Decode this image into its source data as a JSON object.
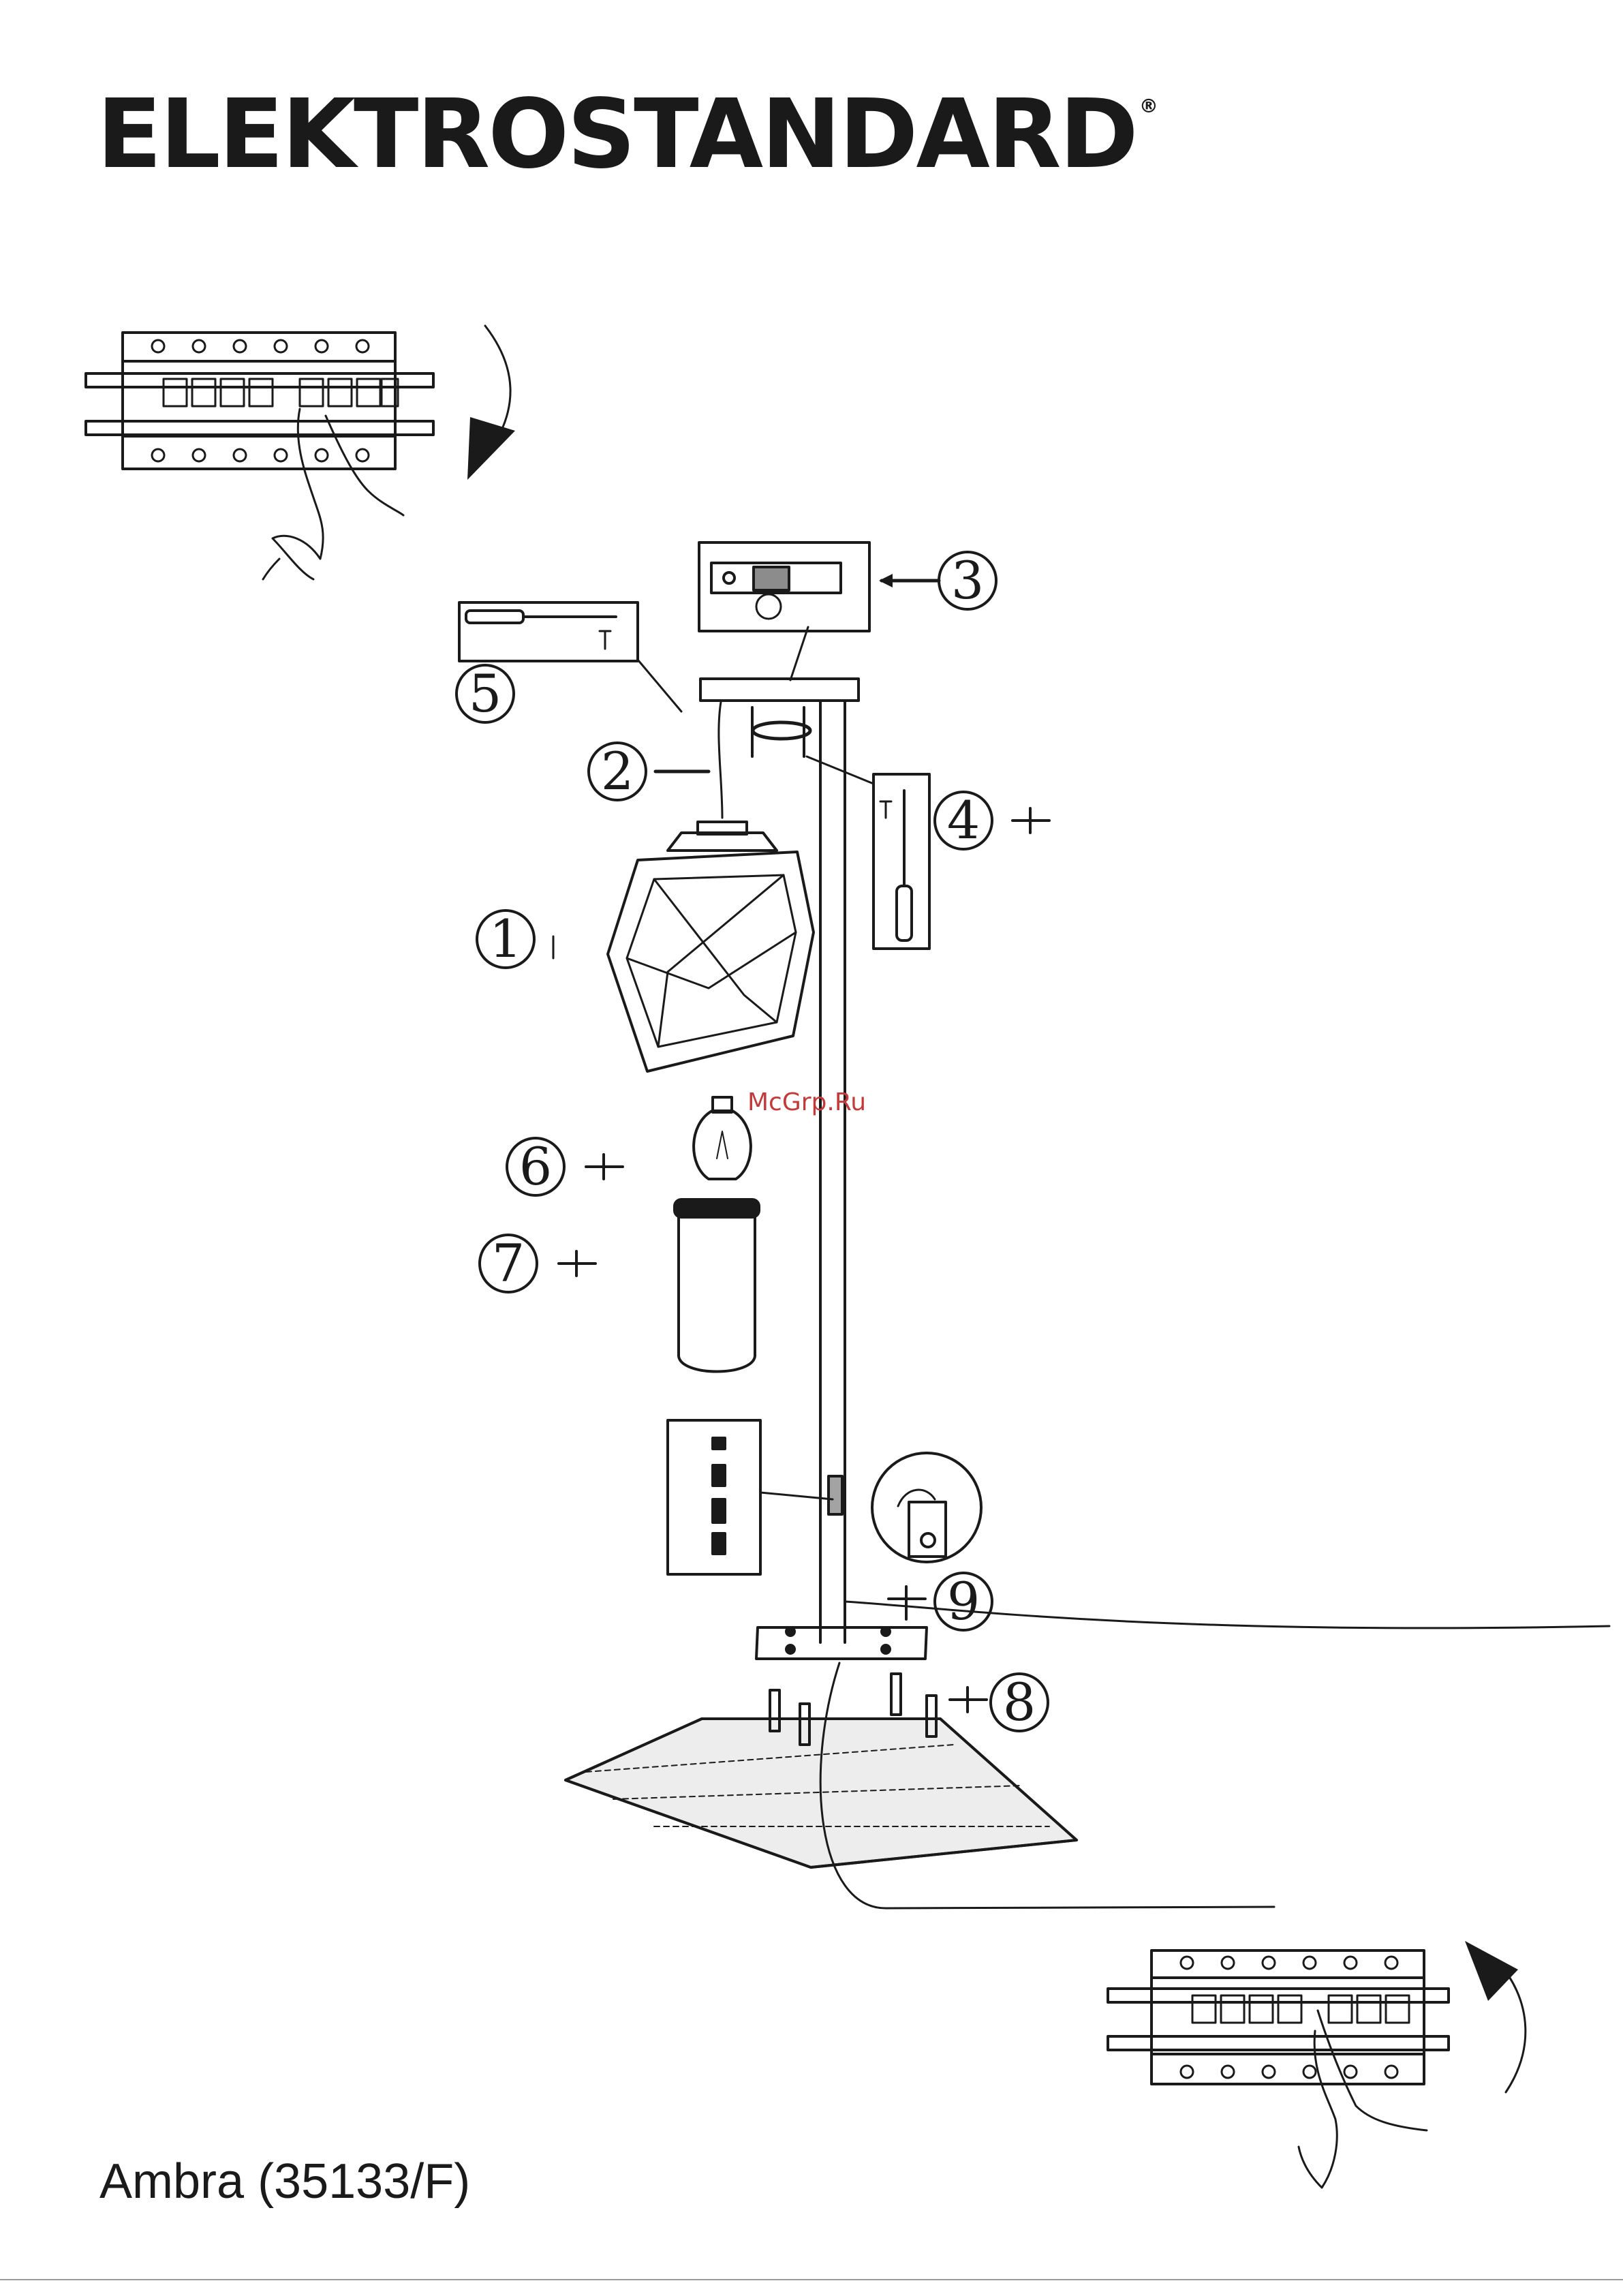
{
  "header": {
    "brand": "ELEKTROSTANDARD",
    "registered_mark": "®"
  },
  "watermark": "McGrp.Ru",
  "footer": {
    "model": "Ambra (35133/F)"
  },
  "steps": [
    {
      "number": "1"
    },
    {
      "number": "2"
    },
    {
      "number": "3"
    },
    {
      "number": "4"
    },
    {
      "number": "5"
    },
    {
      "number": "6"
    },
    {
      "number": "7"
    },
    {
      "number": "8"
    },
    {
      "number": "9"
    }
  ],
  "icons": {
    "power_off": "circuit-breaker-off-icon",
    "power_on": "circuit-breaker-on-icon",
    "rotate": "rotate-arrow-icon",
    "screwdriver": "screwdriver-icon"
  },
  "colors": {
    "ink": "#1a1a1a",
    "watermark": "#c23a3a"
  }
}
